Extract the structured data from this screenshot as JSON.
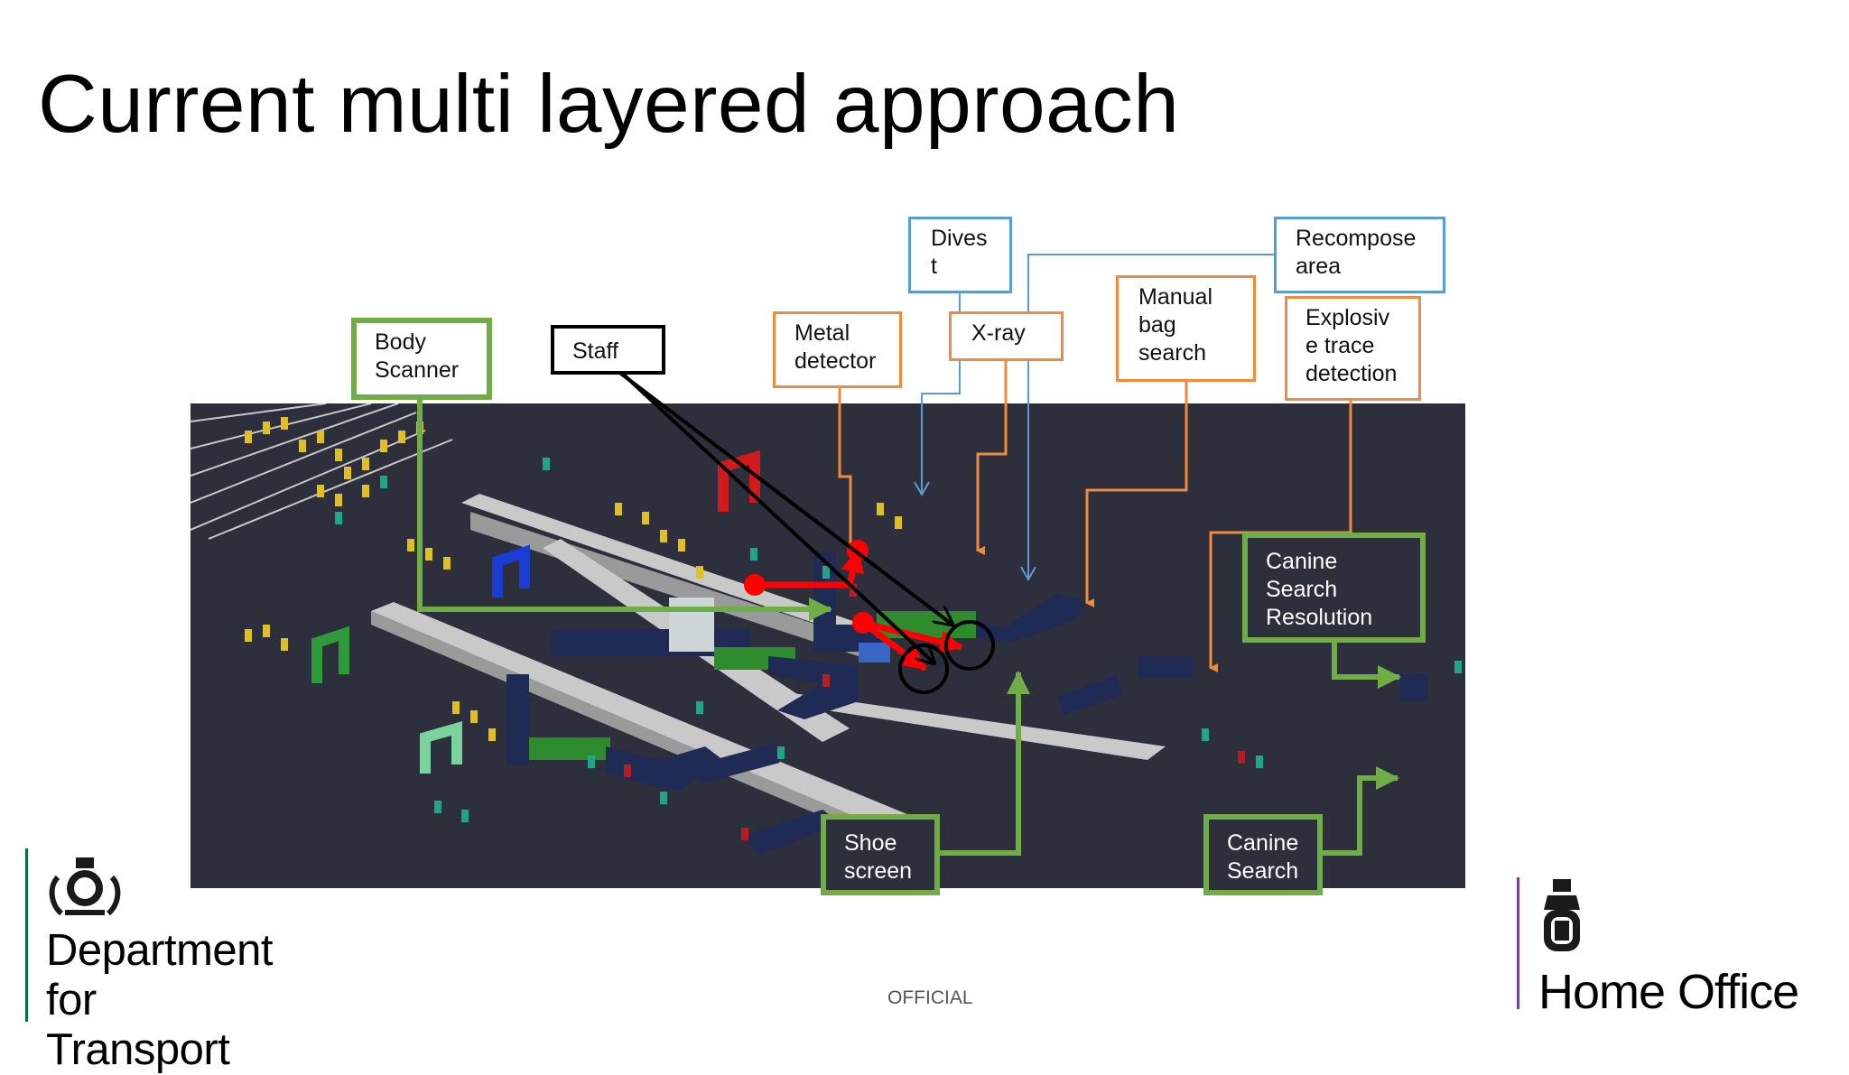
{
  "title": "Current multi layered approach",
  "labels": {
    "body_scanner": "Body\nScanner",
    "staff": "Staff",
    "metal_detector": "Metal\ndetector",
    "divest": "Dives\nt",
    "xray": "X-ray",
    "manual_bag_search": "Manual\nbag\nsearch",
    "recompose_area": "Recompose\narea",
    "explosive_trace": "Explosiv\ne trace\ndetection",
    "canine_search_resolution": "Canine\nSearch\nResolution",
    "shoe_screen": "Shoe\nscreen",
    "canine_search": "Canine\nSearch"
  },
  "footer": "OFFICIAL",
  "logos": {
    "dft": "Department\nfor Transport",
    "home_office": "Home Office"
  },
  "colors": {
    "orange": "#f08a3e",
    "blue": "#5b9bd5",
    "green": "#70ad47",
    "red": "#ff0000",
    "scene_bg": "#2e2f3c",
    "dft_bar": "#00703c",
    "home_office_bar": "#7b3fa0"
  }
}
